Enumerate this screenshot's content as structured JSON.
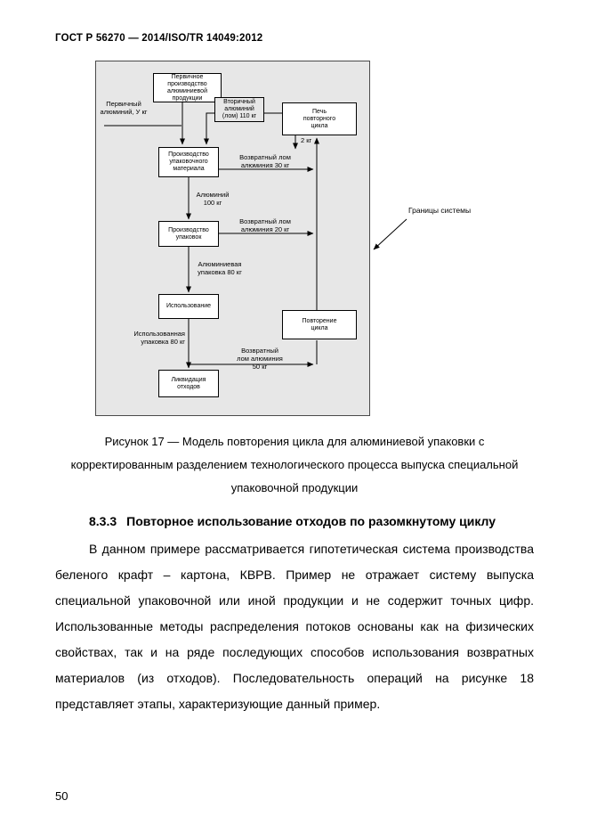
{
  "page": {
    "header": "ГОСТ Р 56270 — 2014/ISO/TR 14049:2012",
    "page_number": "50"
  },
  "figure": {
    "nodes": {
      "primary": "Первичное производство алюминиевой продукции",
      "furnace": "Печь повторного цикла",
      "material": "Производство упаковочного материала",
      "packages": "Производство упаковок",
      "use": "Использование",
      "repeat": "Повторение цикла",
      "disposal": "Ликвидация отходов"
    },
    "flows": {
      "primary_aluminum": "Первичный алюминий, У кг",
      "secondary_aluminum": "Вторичный алюминий (лом) 110 кг",
      "loss_2kg": "2 кг",
      "scrap_30": "Возвратный лом алюминия 30 кг",
      "aluminum_100": "Алюминий 100 кг",
      "scrap_20": "Возвратный лом алюминия 20 кг",
      "package_80": "Алюминиевая упаковка 80 кг",
      "used_80": "Использованная упаковка 80 кг",
      "scrap_50": "Возвратный лом алюминия 50 кг"
    },
    "boundary_label": "Границы системы",
    "caption_lines": [
      "Рисунок 17 — Модель повторения цикла для алюминиевой упаковки с",
      "корректированным разделением технологического процесса выпуска специальной",
      "упаковочной продукции"
    ]
  },
  "section": {
    "number": "8.3.3",
    "title": "Повторное использование отходов по разомкнутому циклу",
    "paragraph": "В данном примере рассматривается гипотетическая система производства беленого крафт – картона, КВРВ. Пример не отражает систему выпуска специальной упаковочной или иной продукции и не содержит точных цифр. Использованные методы распределения потоков основаны как на физических свойствах, так и на ряде последующих способов использования возвратных материалов (из отходов). Последовательность операций на рисунке 18 представляет этапы, характеризующие данный пример."
  }
}
